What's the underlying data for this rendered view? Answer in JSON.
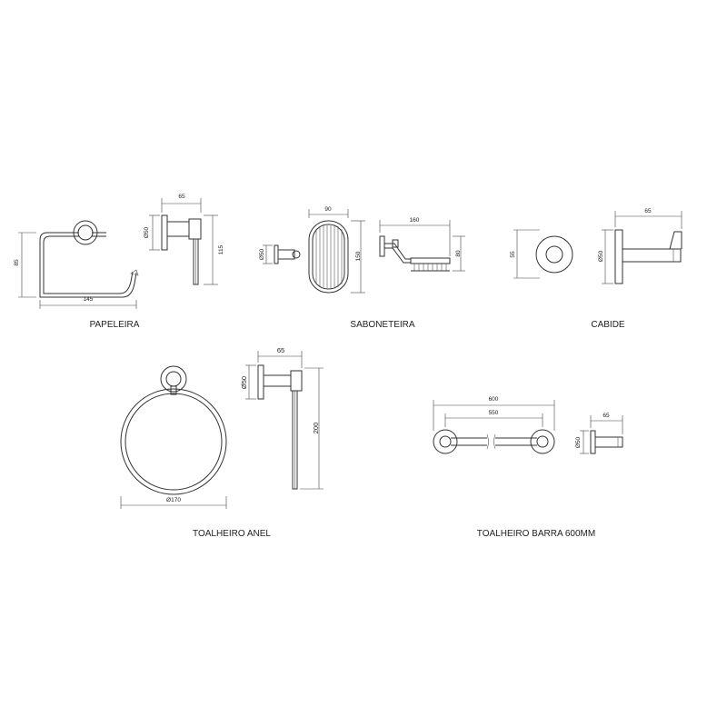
{
  "products": {
    "papeleira": {
      "title": "PAPELEIRA",
      "dims": {
        "height": "85",
        "width": "145",
        "depth": "65",
        "diameter": "Ø50",
        "length": "115"
      }
    },
    "saboneteira": {
      "title": "SABONETEIRA",
      "dims": {
        "diameter": "Ø50",
        "width": "90",
        "height": "150",
        "depth": "160",
        "side_height": "80"
      }
    },
    "cabide": {
      "title": "CABIDE",
      "dims": {
        "height": "55",
        "diameter": "Ø50",
        "depth": "65"
      }
    },
    "toalheiro_anel": {
      "title": "TOALHEIRO ANEL",
      "dims": {
        "ring_diameter": "Ø170",
        "depth": "65",
        "diameter": "Ø50",
        "height": "200"
      }
    },
    "toalheiro_barra": {
      "title": "TOALHEIRO BARRA 600MM",
      "dims": {
        "overall": "600",
        "inner": "550",
        "diameter": "Ø50",
        "depth": "65"
      }
    }
  }
}
